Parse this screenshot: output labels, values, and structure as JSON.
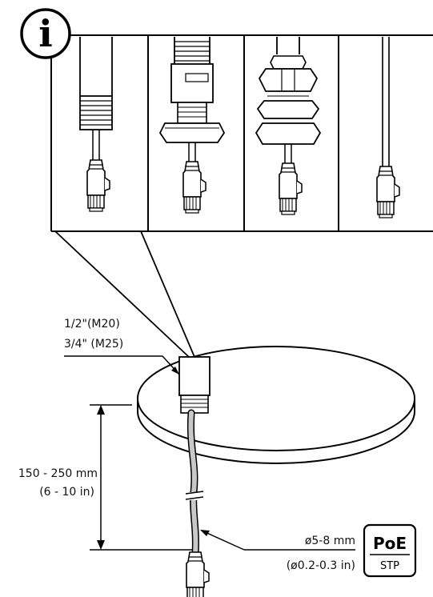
{
  "info_symbol": "i",
  "icons": [
    "info-icon",
    "poe-stp-badge"
  ],
  "conduit_sizes": [
    "1/2\"(M20)",
    "3/4\" (M25)"
  ],
  "cable_length": [
    "150 - 250 mm",
    "(6 - 10 in)"
  ],
  "cable_diameter": [
    "ø5-8 mm",
    "(ø0.2-0.3 in)"
  ],
  "badge": {
    "title": "PoE",
    "subtitle": "STP"
  },
  "colors": {
    "line": "#000000",
    "cable": "#c8c8c8"
  }
}
